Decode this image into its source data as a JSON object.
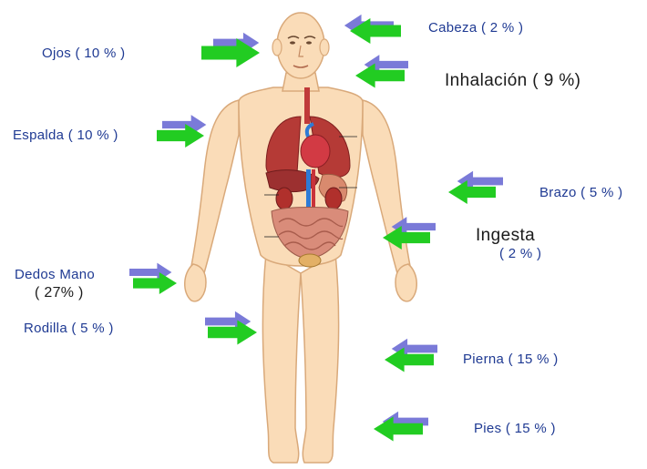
{
  "colors": {
    "label_text": "#1f3a93",
    "heading_text": "#1b1b1b",
    "arrow_green": "#22cc22",
    "arrow_purple": "#7a7ad8",
    "skin": "#fadcb8",
    "skin_outline": "#d9a97a"
  },
  "labels": {
    "cabeza": "Cabeza ( 2 % )",
    "ojos": "Ojos  ( 10 % )",
    "inhalacion": "Inhalación ( 9 %)",
    "espalda": "Espalda ( 10 % )",
    "brazo": "Brazo ( 5 % )",
    "ingesta": "Ingesta",
    "ingesta_pct": "( 2 % )",
    "dedos_mano": "Dedos Mano",
    "dedos_mano_pct": "( 27% )",
    "rodilla": "Rodilla ( 5 % )",
    "pierna": "Pierna ( 15 % )",
    "pies": "Pies ( 15 % )"
  },
  "arrows": [
    {
      "id": "arrow-cabeza",
      "direction": "left"
    },
    {
      "id": "arrow-ojos",
      "direction": "right"
    },
    {
      "id": "arrow-inhalacion",
      "direction": "left"
    },
    {
      "id": "arrow-espalda",
      "direction": "right"
    },
    {
      "id": "arrow-brazo",
      "direction": "left"
    },
    {
      "id": "arrow-ingesta",
      "direction": "left"
    },
    {
      "id": "arrow-dedos-mano",
      "direction": "right"
    },
    {
      "id": "arrow-rodilla",
      "direction": "right"
    },
    {
      "id": "arrow-pierna",
      "direction": "left"
    },
    {
      "id": "arrow-pies",
      "direction": "left"
    }
  ]
}
